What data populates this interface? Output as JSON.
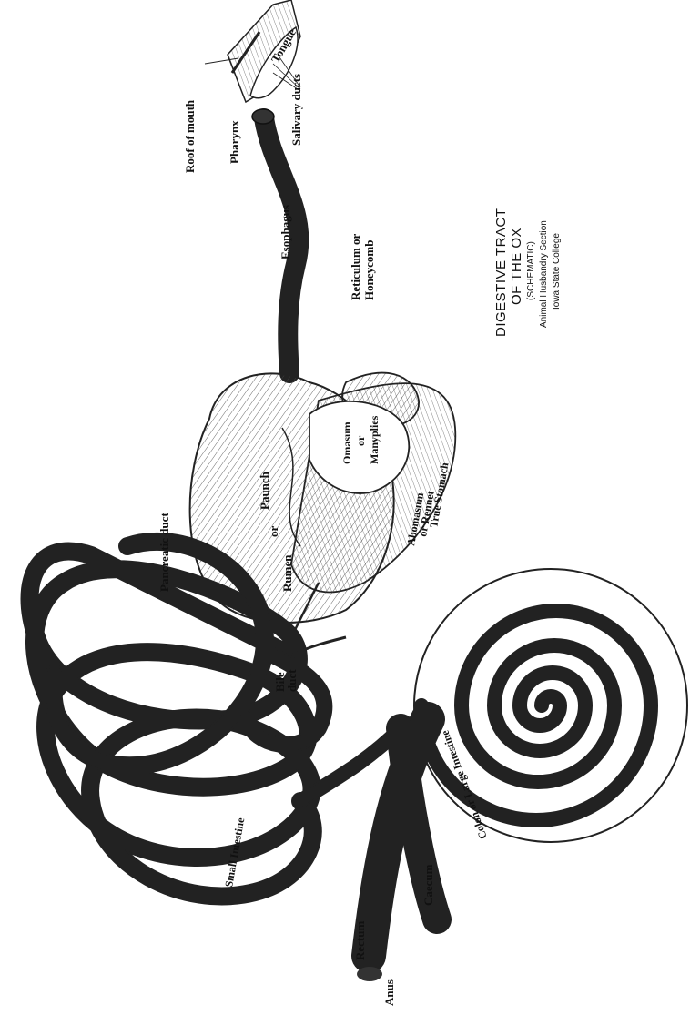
{
  "title": {
    "line1": "DIGESTIVE TRACT",
    "line2": "OF THE OX",
    "line3": "(SCHEMATIC)",
    "line4": "Animal Husbandry Section",
    "line5": "Iowa State College"
  },
  "labels": {
    "roof_of_mouth": "Roof of mouth",
    "tongue": "Tongue",
    "salivary_ducts": "Salivary ducts",
    "pharynx": "Pharynx",
    "esophagus": "Esophagus",
    "reticulum": "Reticulum or",
    "reticulum2": "Honeycomb",
    "omasum": "Omasum",
    "omasum_or": "or",
    "omasum2": "Manyplies",
    "abomasum": "Abomasum",
    "abomasum2": "or Rennet",
    "abomasum3": "True Stomach",
    "rumen": "Rumen",
    "rumen_or": "or",
    "rumen2": "Paunch",
    "pancreatic_duct": "Pancreatic duct",
    "bile_duct": "Bile",
    "bile_duct2": "duct",
    "small_intestine": "Small Intestine",
    "colon": "Colon or Large Intestine",
    "caecum": "Caecum",
    "rectum": "Rectum",
    "anus": "Anus"
  },
  "colors": {
    "ink": "#111111",
    "paper": "#ffffff"
  }
}
